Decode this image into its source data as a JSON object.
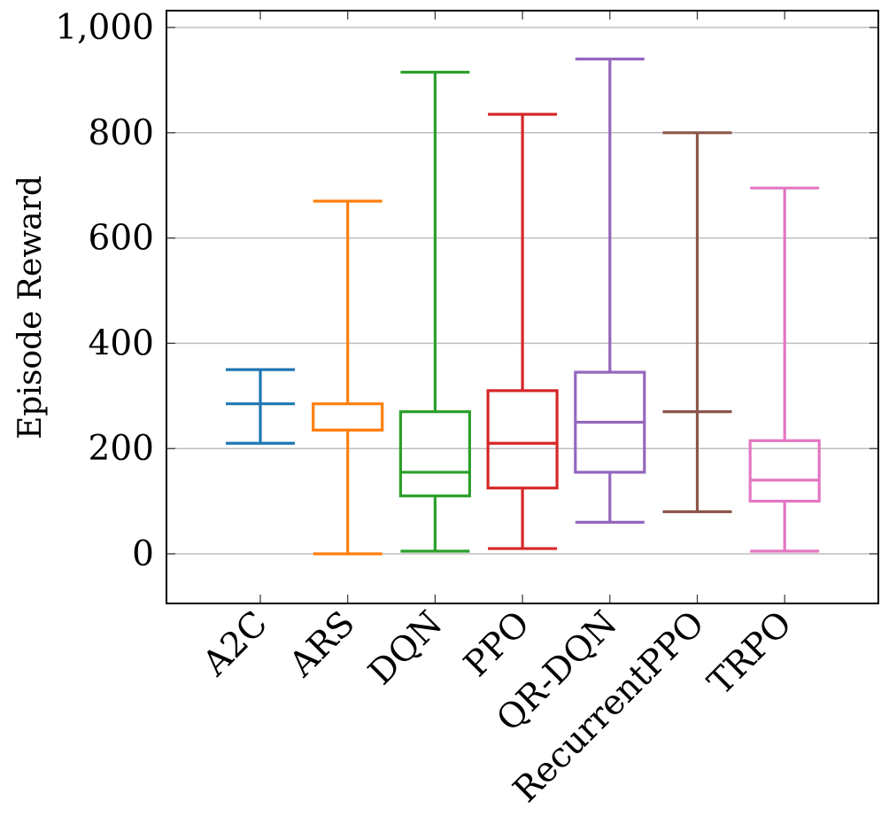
{
  "chart_data": {
    "type": "boxplot",
    "ylabel": "Episode Reward",
    "xlabel": "",
    "title": "",
    "ylim": [
      -90,
      1030
    ],
    "yticks": [
      0,
      200,
      400,
      600,
      800,
      1000
    ],
    "ytick_labels": [
      "0",
      "200",
      "400",
      "600",
      "800",
      "1,000"
    ],
    "grid": "horizontal",
    "categories": [
      "A2C",
      "ARS",
      "DQN",
      "PPO",
      "QR-DQN",
      "RecurrentPPO",
      "TRPO"
    ],
    "series": [
      {
        "name": "A2C",
        "color": "#1f77b4",
        "min": 210,
        "q1": 285,
        "median": 285,
        "q3": 285,
        "max": 350
      },
      {
        "name": "ARS",
        "color": "#ff7f0e",
        "min": 0,
        "q1": 235,
        "median": 235,
        "q3": 285,
        "max": 670
      },
      {
        "name": "DQN",
        "color": "#2ca02c",
        "min": 5,
        "q1": 110,
        "median": 155,
        "q3": 270,
        "max": 915
      },
      {
        "name": "PPO",
        "color": "#d62728",
        "min": 10,
        "q1": 125,
        "median": 210,
        "q3": 310,
        "max": 835
      },
      {
        "name": "QR-DQN",
        "color": "#9467bd",
        "min": 60,
        "q1": 155,
        "median": 250,
        "q3": 345,
        "max": 940
      },
      {
        "name": "RecurrentPPO",
        "color": "#8c564b",
        "min": 80,
        "q1": 270,
        "median": 270,
        "q3": 270,
        "max": 800
      },
      {
        "name": "TRPO",
        "color": "#e377c2",
        "min": 5,
        "q1": 100,
        "median": 140,
        "q3": 215,
        "max": 695
      }
    ]
  }
}
